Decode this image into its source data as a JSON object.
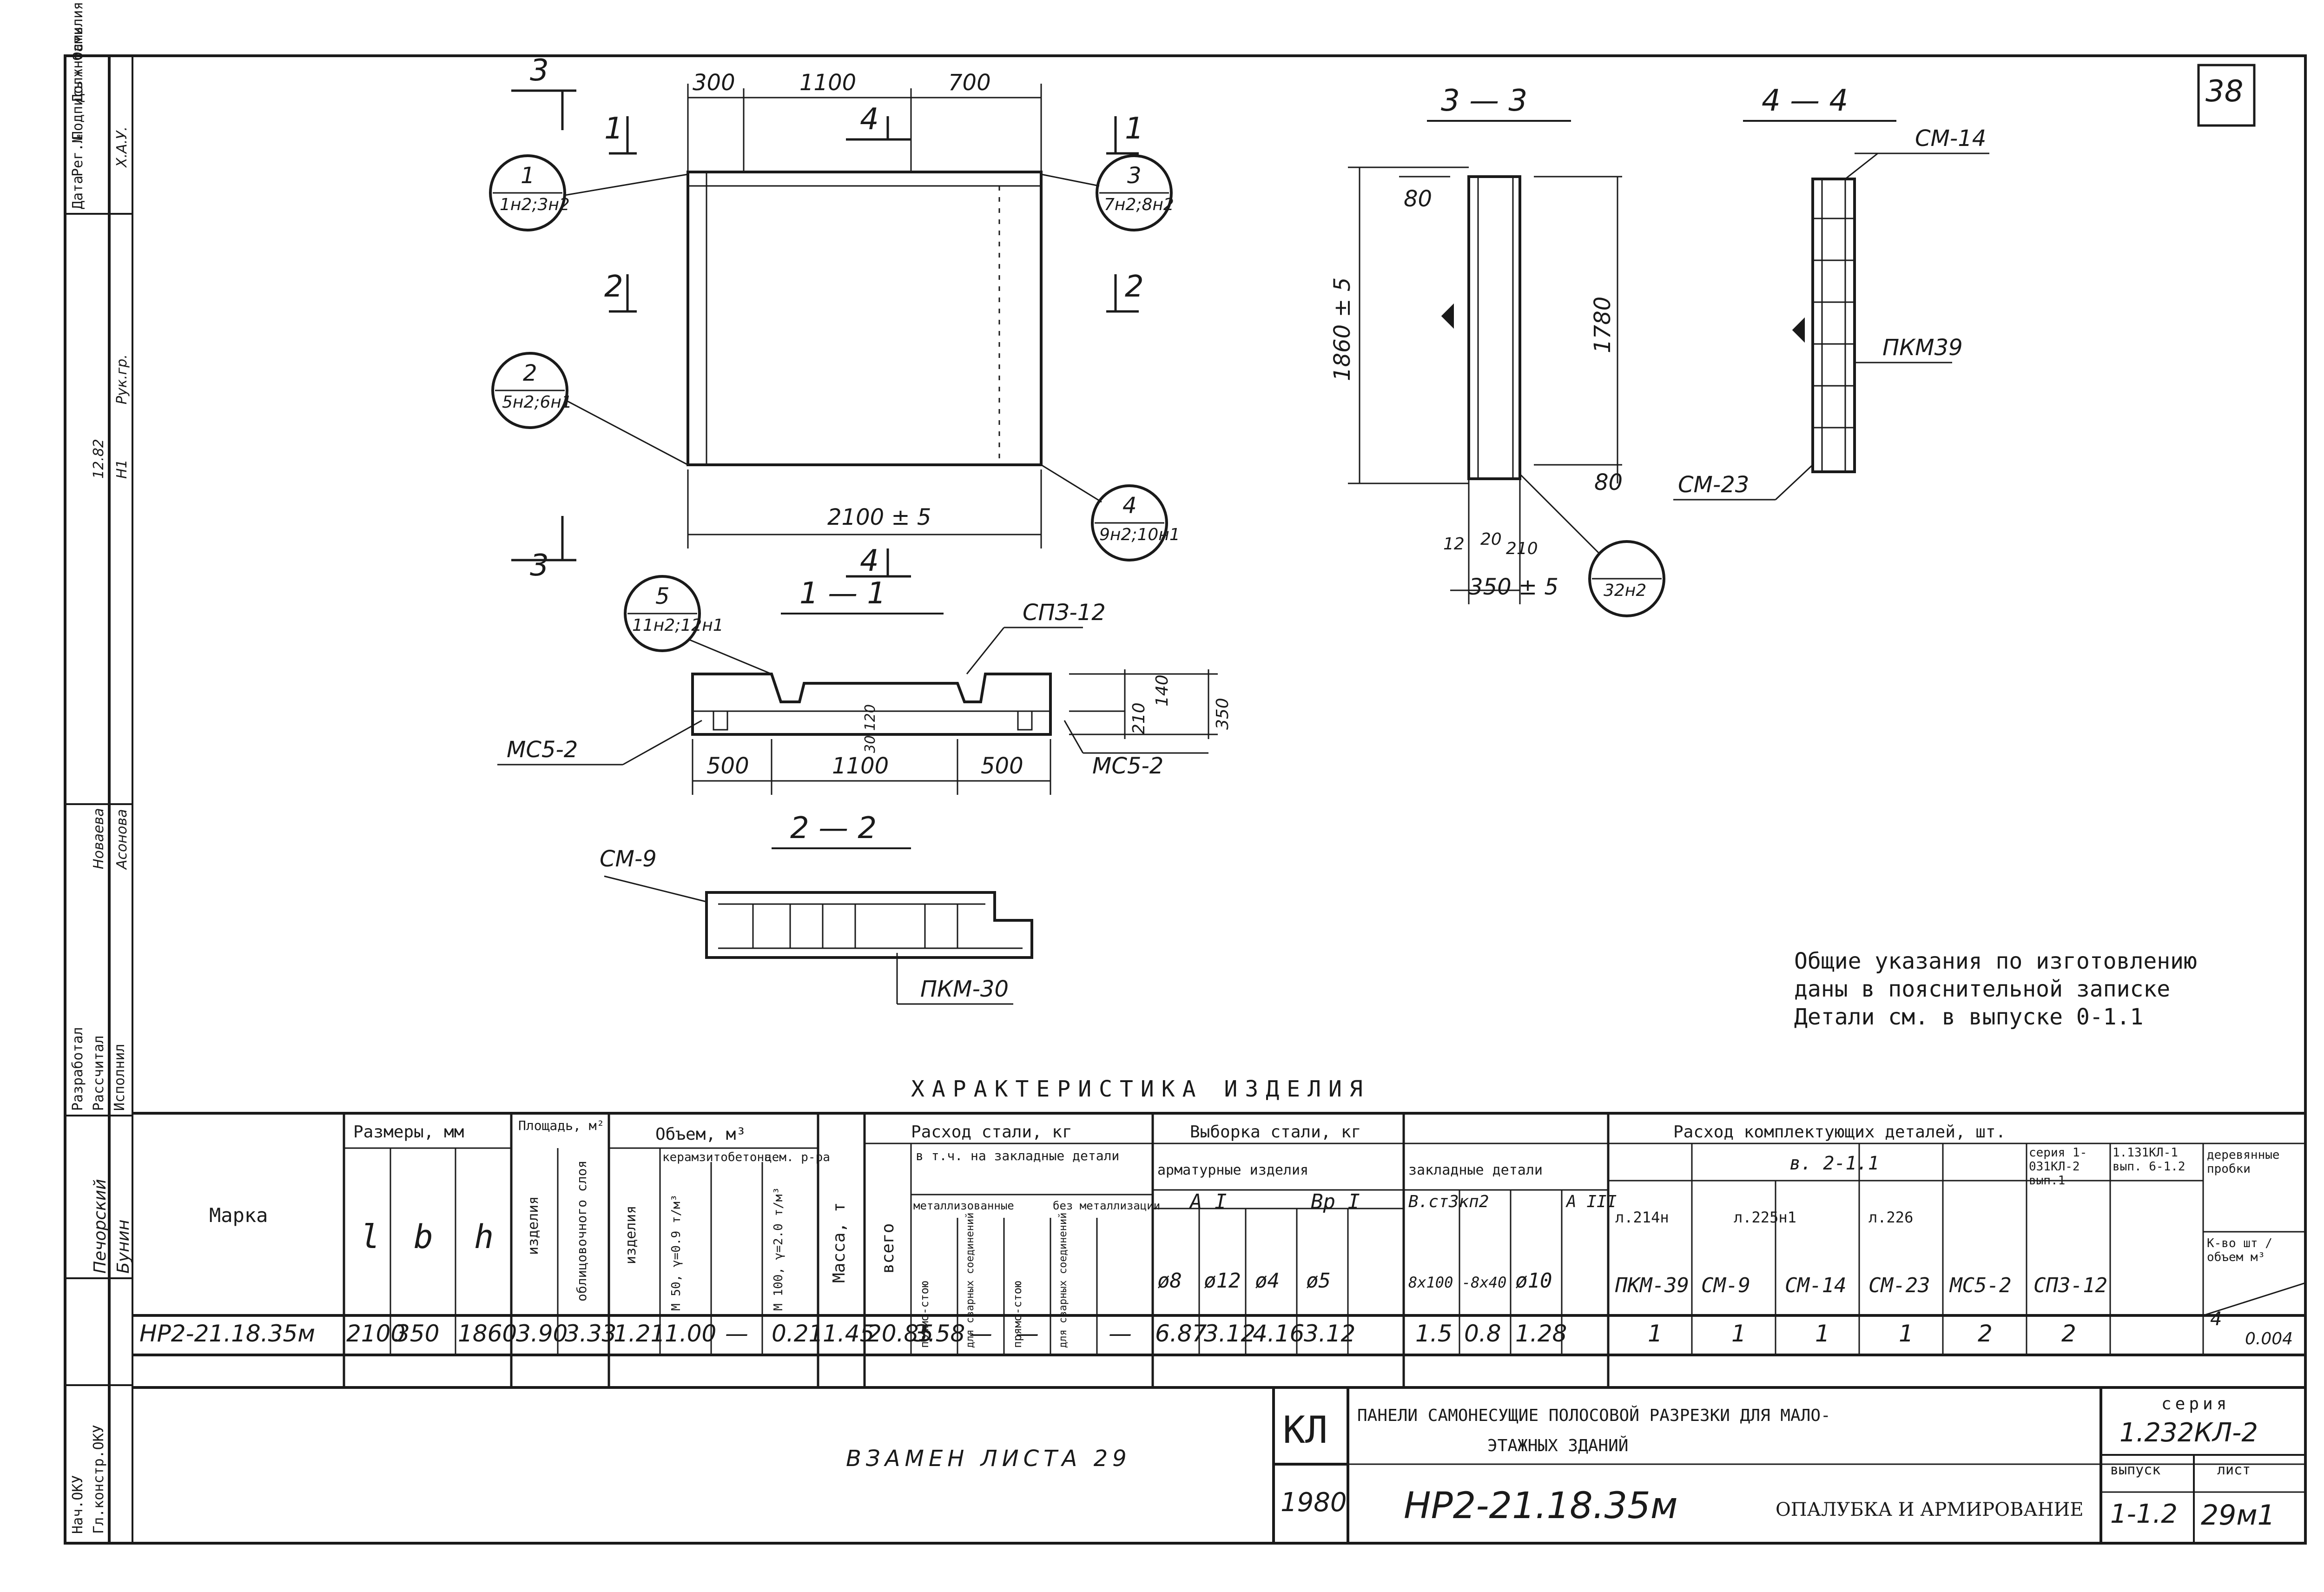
{
  "sheet": {
    "page_number": "38",
    "side_stamp": [
      "Дата",
      "Рег.№",
      "Подпись",
      "Должность",
      "Фамилия"
    ],
    "side_stamp_values": [
      "12.82",
      "Н1",
      "Рук.гр.",
      "Х.А.У."
    ],
    "side_stamp2": [
      "Разработал",
      "Рассчитал",
      "Исполнил"
    ],
    "side_stamp2_names": [
      "Новаева",
      "Асонова"
    ],
    "side_stamp3": [
      "Нач.ОКУ",
      "Гл.констр.ОКУ"
    ],
    "side_stamp3_names": [
      "Печорский",
      "Бунин"
    ]
  },
  "plan": {
    "dims_top": [
      "300",
      "1100",
      "700"
    ],
    "dim_bottom": "2100 ± 5",
    "section_marks": [
      "3",
      "3",
      "4",
      "4",
      "1",
      "1",
      "2",
      "2"
    ],
    "callouts": [
      {
        "num": "1",
        "text": "1н2;3н2"
      },
      {
        "num": "3",
        "text": "7н2;8н2"
      },
      {
        "num": "2",
        "text": "5н2;6н1"
      },
      {
        "num": "4",
        "text": "9н2;10н1"
      },
      {
        "num": "5",
        "text": "11н2;12н1"
      }
    ]
  },
  "section_3_3": {
    "title": "3 — 3",
    "dim_height": "1860 ± 5",
    "dim_top": "80",
    "dim_mid": "1780",
    "dim_bottom": "80",
    "dims_small": [
      "12",
      "20",
      "210"
    ],
    "dim_width": "350 ± 5",
    "callout": "32н2"
  },
  "section_4_4": {
    "title": "4 — 4",
    "labels": [
      "СМ-14",
      "ПКМ39",
      "СМ-23"
    ]
  },
  "section_1_1": {
    "title": "1 — 1",
    "label_top": "СПЗ-12",
    "labels_side": [
      "МС5-2",
      "МС5-2"
    ],
    "dims_bottom": [
      "500",
      "1100",
      "500"
    ],
    "dims_right": [
      "210",
      "140",
      "350"
    ],
    "dim_inner": "30 120"
  },
  "section_2_2": {
    "title": "2 — 2",
    "labels": [
      "СМ-9",
      "ПКМ-30"
    ]
  },
  "notes": [
    "Общие указания по изготовлению",
    "даны в пояснительной записке",
    "Детали см. в выпуске 0-1.1"
  ],
  "table": {
    "title": "ХАРАКТЕРИСТИКА ИЗДЕЛИЯ",
    "headers": {
      "marka": "Марка",
      "sizes": "Размеры, мм",
      "l": "l",
      "b": "b",
      "h": "h",
      "area": "Площадь, м²",
      "area_sub": [
        "изделия",
        "облицовочного слоя"
      ],
      "volume": "Объем, м³",
      "volume_sub": [
        "изделия",
        "керамзитобетона",
        "цем. р-ра"
      ],
      "volume_sub2": [
        "М 50, γ=0.9 т/м³",
        "",
        "М 100, γ=2.0 т/м³"
      ],
      "mass": "Масса, т",
      "steel": "Расход стали, кг",
      "steel_sub": [
        "всего",
        "в т.ч. на закладные детали"
      ],
      "steel_sub2": [
        "металлизованные",
        "без металлизации"
      ],
      "steel_sub3": [
        "прямо-стою",
        "для сварных соединений",
        "прямо-стою",
        "для сварных соединений"
      ],
      "selection": "Выборка стали, кг",
      "selection_sub": [
        "арматурные изделия",
        "закладные детали"
      ],
      "selection_sub2": [
        "А I",
        "Вр I",
        "В.ст3кп2",
        "А III"
      ],
      "selection_sub3": [
        "ø8",
        "ø12",
        "ø4",
        "ø5",
        "8х100",
        "-8х40",
        "ø10"
      ],
      "parts": "Расход комплектующих деталей, шт.",
      "parts_sub": [
        "в. 2-1.1",
        "серия 1-031КЛ-2 вып.1",
        "1.131КЛ-1 вып. 6-1.2",
        "деревянные пробки"
      ],
      "parts_sub2": [
        "л.214н",
        "л.225н1",
        "л.226",
        "",
        ""
      ],
      "parts_sub3": [
        "ПКМ-39",
        "СМ-9",
        "СМ-14",
        "СМ-23",
        "МС5-2",
        "СПЗ-12",
        "К-во шт / объем м³"
      ]
    },
    "row": {
      "marka": "НР2-21.18.35м",
      "l": "2100",
      "b": "350",
      "h": "1860",
      "area_item": "3.90",
      "area_face": "3.33",
      "vol_item": "1.21",
      "vol_ceramsite": "1.00",
      "vol_dash": "—",
      "vol_cement": "0.21",
      "mass": "1.45",
      "steel_total": "20.85",
      "steel_embedded": "3.58",
      "steel_d2": "—",
      "steel_d3": "—",
      "steel_d4": "—",
      "a8": "6.87",
      "a12": "3.12",
      "b4": "4.16",
      "b5": "3.12",
      "p1": "1.5",
      "p2": "0.8",
      "p3": "1.28",
      "pkm39": "1",
      "sm9": "1",
      "sm14": "1",
      "sm23": "1",
      "ms52": "2",
      "spz12": "2",
      "plugs_count": "4",
      "plugs_vol": "0.004"
    }
  },
  "title_block": {
    "kl": "КЛ",
    "year": "1980",
    "description_1": "ПАНЕЛИ САМОНЕСУЩИЕ ПОЛОСОВОЙ РАЗРЕЗКИ ДЛЯ МАЛО-",
    "description_2": "ЭТАЖНЫХ ЗДАНИЙ",
    "mark": "НР2-21.18.35м",
    "subtitle": "ОПАЛУБКА И АРМИРОВАНИЕ",
    "series_label": "серия",
    "series": "1.232КЛ-2",
    "issue_label": "выпуск",
    "issue": "1-1.2",
    "sheet_label": "лист",
    "sheet": "29м1",
    "replaced": "ВЗАМЕН ЛИСТА 29"
  }
}
